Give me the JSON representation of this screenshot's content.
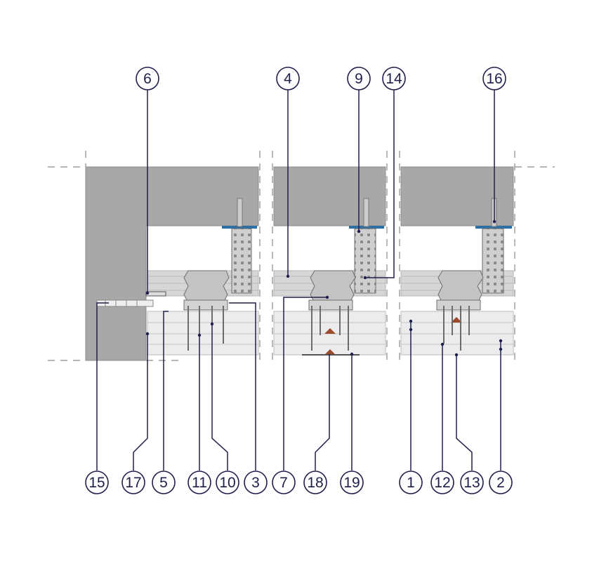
{
  "diagram": {
    "colors": {
      "concrete": "#a8a8a8",
      "concrete_edge": "#8e8e8e",
      "board": "#e8e8e8",
      "board_line": "#b9b9b9",
      "profile": "#c9c9c9",
      "hanger": "#d0d0d0",
      "anchor_plate": "#2c6fa5",
      "filler_accent": "#9c4a2e",
      "leader": "#1f1f4d"
    },
    "callouts": [
      {
        "id": "c15",
        "label": "15"
      },
      {
        "id": "c17",
        "label": "17"
      },
      {
        "id": "c5",
        "label": "5"
      },
      {
        "id": "c11",
        "label": "11"
      },
      {
        "id": "c10",
        "label": "10"
      },
      {
        "id": "c3",
        "label": "3"
      },
      {
        "id": "c7",
        "label": "7"
      },
      {
        "id": "c18",
        "label": "18"
      },
      {
        "id": "c19",
        "label": "19"
      },
      {
        "id": "c1",
        "label": "1"
      },
      {
        "id": "c12",
        "label": "12"
      },
      {
        "id": "c13",
        "label": "13"
      },
      {
        "id": "c2",
        "label": "2"
      },
      {
        "id": "c6",
        "label": "6"
      },
      {
        "id": "c4",
        "label": "4"
      },
      {
        "id": "c9",
        "label": "9"
      },
      {
        "id": "c14",
        "label": "14"
      },
      {
        "id": "c16",
        "label": "16"
      }
    ]
  }
}
